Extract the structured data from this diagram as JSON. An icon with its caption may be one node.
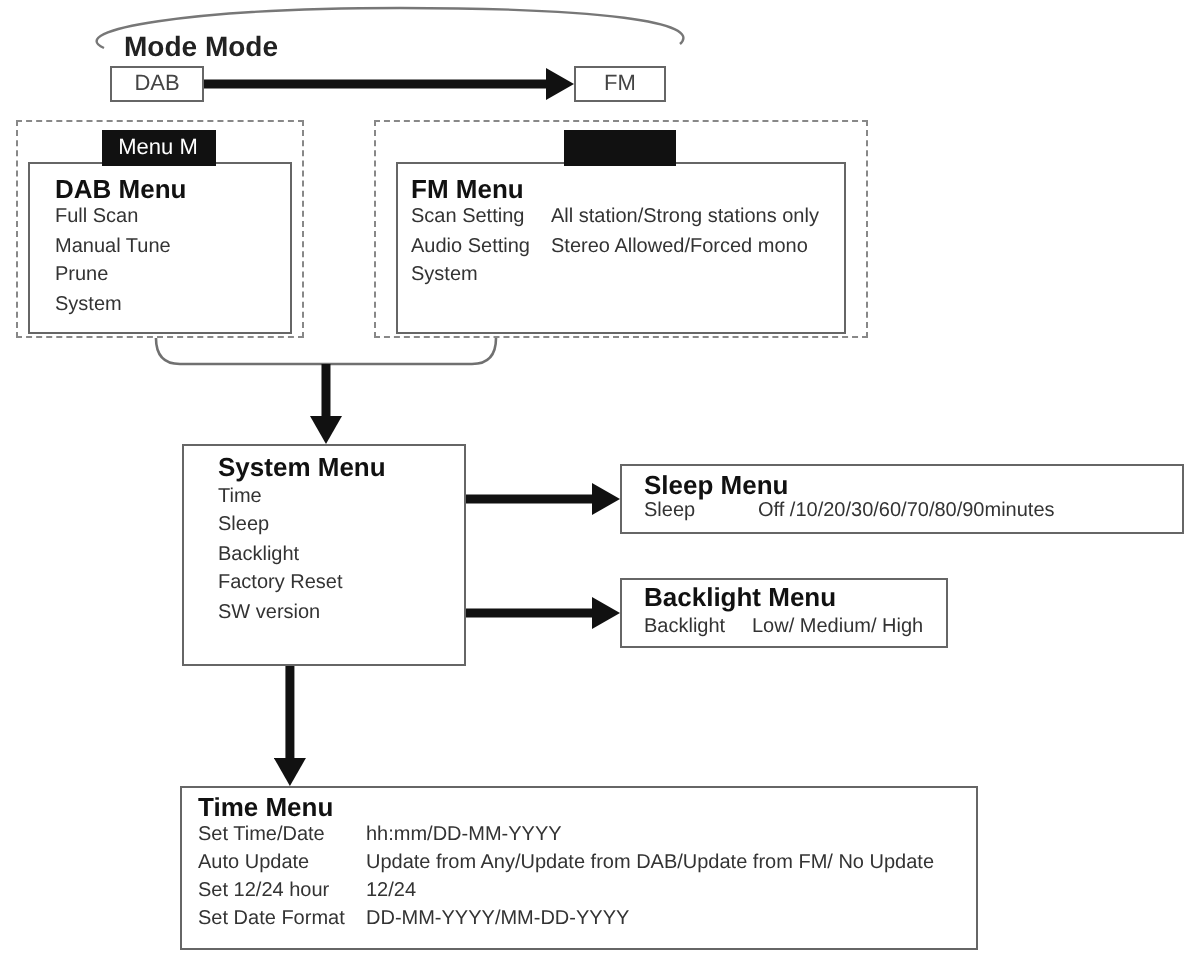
{
  "diagram": {
    "nodes": [
      {
        "text": [
          "DAB"
        ]
      },
      {
        "text": [
          "FM"
        ]
      },
      {
        "text": [],
        "shape": "box"
      },
      {
        "text": [
          "Menu M"
        ],
        "in": 2
      },
      {
        "text": [
          "DAB Menu",
          "Full Scan",
          "Manual Tune",
          "Prune",
          "System"
        ],
        "in": 2
      },
      {
        "text": [],
        "shape": "box"
      },
      {
        "text": [],
        "shape": "bar",
        "in": 5
      },
      {
        "text": [
          "FM Menu",
          "Scan Setting",
          "All station/Strong stations only",
          "Audio Setting",
          "Stereo Allowed/Forced mono",
          "System"
        ],
        "in": 5
      },
      {
        "text": [
          "System Menu",
          "Time",
          "Sleep",
          "Backlight",
          "Factory Reset",
          "SW version"
        ]
      },
      {
        "text": [
          "Sleep Menu",
          "Sleep",
          "Off /10/20/30/60/70/80/90minutes"
        ]
      },
      {
        "text": [
          "Backlight Menu",
          "Backlight",
          "Low/ Medium/ High"
        ]
      },
      {
        "text": [
          "Time Menu",
          "Set Time/Date",
          "hh:mm/DD-MM-YYYY",
          "Auto Update",
          "Update from Any/Update from DAB/Update from FM/ No Update",
          "Set 12/24 hour",
          "12/24",
          "Set Date Format",
          "DD-MM-YYYY/MM-DD-YYYY"
        ]
      }
    ],
    "edges": [
      {
        "from": 0,
        "to": 1,
        "arrow": "to"
      },
      {
        "from": 2,
        "to": 8,
        "arrow": "to"
      },
      {
        "from": 5,
        "to": 8,
        "arrow": "to"
      },
      {
        "from": 8,
        "to": 9,
        "arrow": "to"
      },
      {
        "from": 8,
        "to": 10,
        "arrow": "to"
      },
      {
        "from": 8,
        "to": 11,
        "arrow": "to"
      }
    ],
    "labels": [
      "Mode Mode"
    ]
  }
}
